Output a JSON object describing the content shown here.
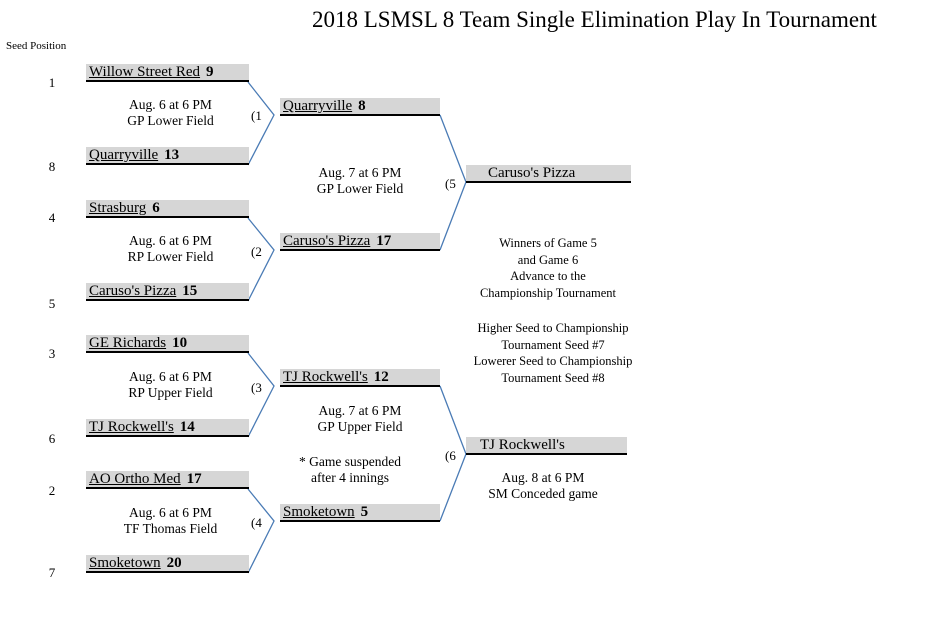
{
  "title": "2018 LSMSL 8 Team Single Elimination Play In Tournament",
  "seed_header": "Seed Position",
  "colors": {
    "slot_fill": "#d6d6d6",
    "connector": "#4a7bb5"
  },
  "seeds": [
    "1",
    "8",
    "4",
    "5",
    "3",
    "6",
    "2",
    "7"
  ],
  "round1": [
    {
      "team": "Willow Street Red",
      "score": "9"
    },
    {
      "team": "Quarryville",
      "score": "13"
    },
    {
      "team": "Strasburg",
      "score": "6"
    },
    {
      "team": "Caruso's Pizza",
      "score": "15"
    },
    {
      "team": "GE Richards",
      "score": "10"
    },
    {
      "team": "TJ Rockwell's",
      "score": "14"
    },
    {
      "team": "AO Ortho Med",
      "score": "17"
    },
    {
      "team": "Smoketown",
      "score": "20"
    }
  ],
  "round1_info": [
    {
      "date": "Aug. 6 at 6 PM",
      "field": "GP Lower Field"
    },
    {
      "date": "Aug. 6 at 6 PM",
      "field": "RP Lower Field"
    },
    {
      "date": "Aug. 6 at 6 PM",
      "field": "RP Upper Field"
    },
    {
      "date": "Aug. 6 at 6 PM",
      "field": "TF Thomas Field"
    }
  ],
  "game_numbers": [
    "(1",
    "(2",
    "(3",
    "(4",
    "(5",
    "(6"
  ],
  "round2": [
    {
      "team": "Quarryville",
      "score": "8"
    },
    {
      "team": "Caruso's Pizza",
      "score": "17"
    },
    {
      "team": "TJ Rockwell's",
      "score": "12"
    },
    {
      "team": "Smoketown",
      "score": "5"
    }
  ],
  "round2_info": [
    {
      "date": "Aug. 7 at 6 PM",
      "field": "GP Lower Field"
    },
    {
      "date": "Aug. 7 at 6 PM",
      "field": "GP Upper Field",
      "note1": "* Game suspended",
      "note2": "after 4 innings"
    }
  ],
  "round3": [
    {
      "team": "Caruso's Pizza"
    },
    {
      "team": "TJ Rockwell's"
    }
  ],
  "round3_info": {
    "date": "Aug. 8 at 6 PM",
    "note": "SM Conceded game"
  },
  "notes": {
    "winners": [
      "Winners of Game 5",
      "and Game 6",
      "Advance to the",
      "Championship Tournament"
    ],
    "seeding": [
      "Higher Seed to Championship",
      "Tournament Seed #7",
      "Lowerer Seed to Championship",
      "Tournament Seed #8"
    ]
  }
}
